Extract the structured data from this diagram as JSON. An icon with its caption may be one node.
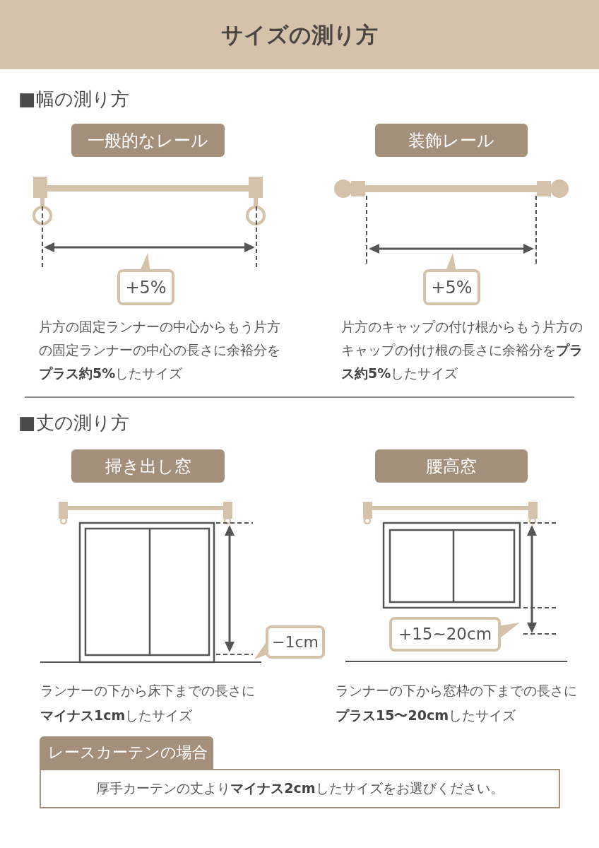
{
  "diagram": {
    "title": "サイズの測り方",
    "nodes": [
      {
        "text": [
          "一般的なレール"
        ]
      },
      {
        "text": [
          "装飾レール"
        ]
      },
      {
        "text": [
          "+5%"
        ]
      },
      {
        "text": [
          "+5%"
        ]
      },
      {
        "text": [
          "掃き出し窓"
        ]
      },
      {
        "text": [
          "腰高窓"
        ]
      },
      {
        "text": [
          "−1cm"
        ]
      },
      {
        "text": [
          "+15~20cm"
        ]
      },
      {
        "text": [
          "レースカーテンの場合",
          "厚手カーテンの丈より**マイナス2cm**したサイズをお選びください。"
        ]
      }
    ],
    "labels": [
      "■幅の測り方",
      "片方の固定ランナーの中心からもう片方の固定ランナーの中心の長さに余裕分を**プラス約5%**したサイズ",
      "片方のキャップの付け根からもう片方のキャップの付け根の長さに余裕分を**プラス約5%**したサイズ",
      "■丈の測り方",
      "ランナーの下から床下までの長さに**マイナス1cm**したサイズ",
      "ランナーの下から窓枠の下までの長さに**プラス15〜20cm**したサイズ"
    ]
  }
}
